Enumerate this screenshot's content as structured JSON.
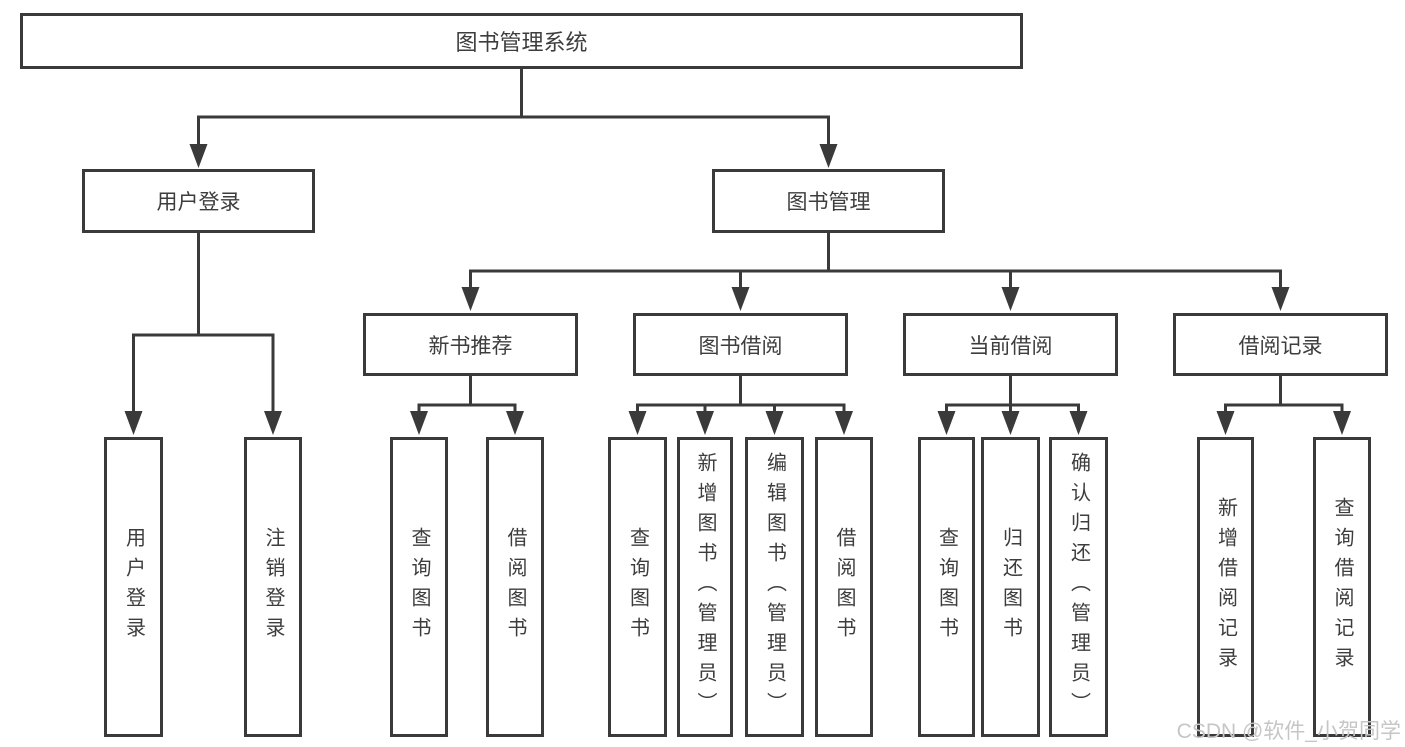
{
  "tree": {
    "label": "图书管理系统",
    "children": [
      {
        "label": "用户登录",
        "children": [
          {
            "label": "用户登录"
          },
          {
            "label": "注销登录"
          }
        ]
      },
      {
        "label": "图书管理",
        "children": [
          {
            "label": "新书推荐",
            "children": [
              {
                "label": "查询图书"
              },
              {
                "label": "借阅图书"
              }
            ]
          },
          {
            "label": "图书借阅",
            "children": [
              {
                "label": "查询图书"
              },
              {
                "label": "新增图书（管理员）"
              },
              {
                "label": "编辑图书（管理员）"
              },
              {
                "label": "借阅图书"
              }
            ]
          },
          {
            "label": "当前借阅",
            "children": [
              {
                "label": "查询图书"
              },
              {
                "label": "归还图书"
              },
              {
                "label": "确认归还（管理员）"
              }
            ]
          },
          {
            "label": "借阅记录",
            "children": [
              {
                "label": "新增借阅记录"
              },
              {
                "label": "查询借阅记录"
              }
            ]
          }
        ]
      }
    ]
  },
  "watermark": "CSDN @软件_小贺同学",
  "colors": {
    "line": "#3a3a3a",
    "text": "#3d3d3d",
    "background": "#ffffff",
    "watermark": "#c6c6c6"
  }
}
